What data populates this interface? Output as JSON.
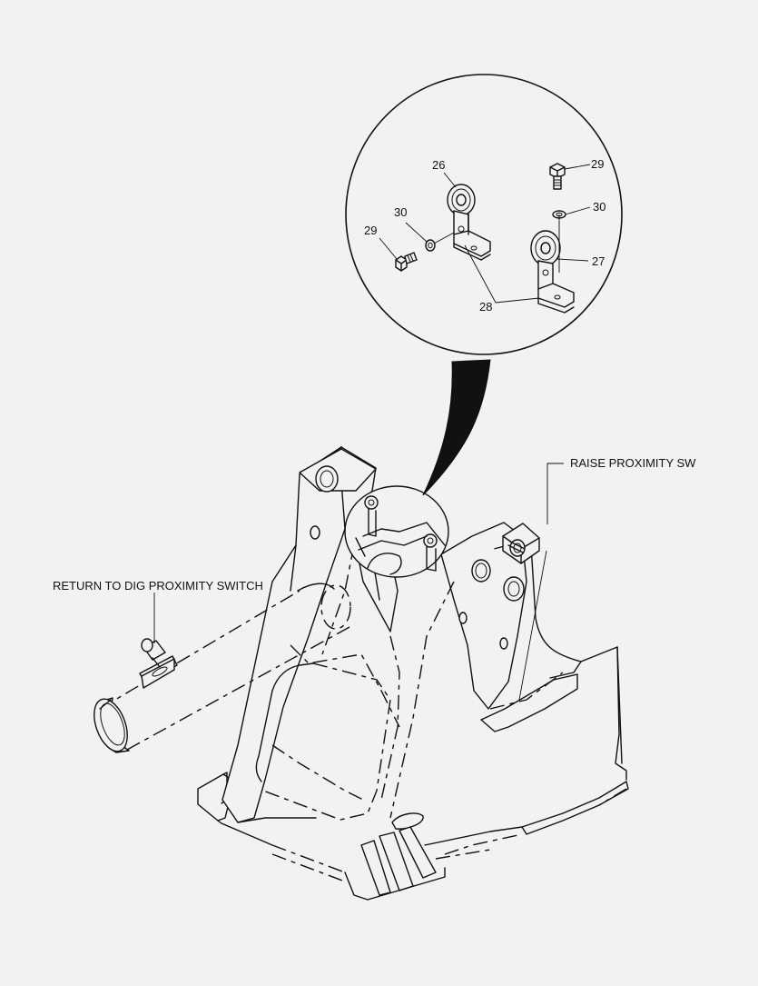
{
  "labels": {
    "return_to_dig": "RETURN TO DIG PROXIMITY SWITCH",
    "raise_proximity": "RAISE PROXIMITY SW"
  },
  "callouts": {
    "c26": "26",
    "c27": "27",
    "c28": "28",
    "c29a": "29",
    "c29b": "29",
    "c30a": "30",
    "c30b": "30"
  },
  "colors": {
    "background": "#f2f2f2",
    "line": "#111111"
  }
}
